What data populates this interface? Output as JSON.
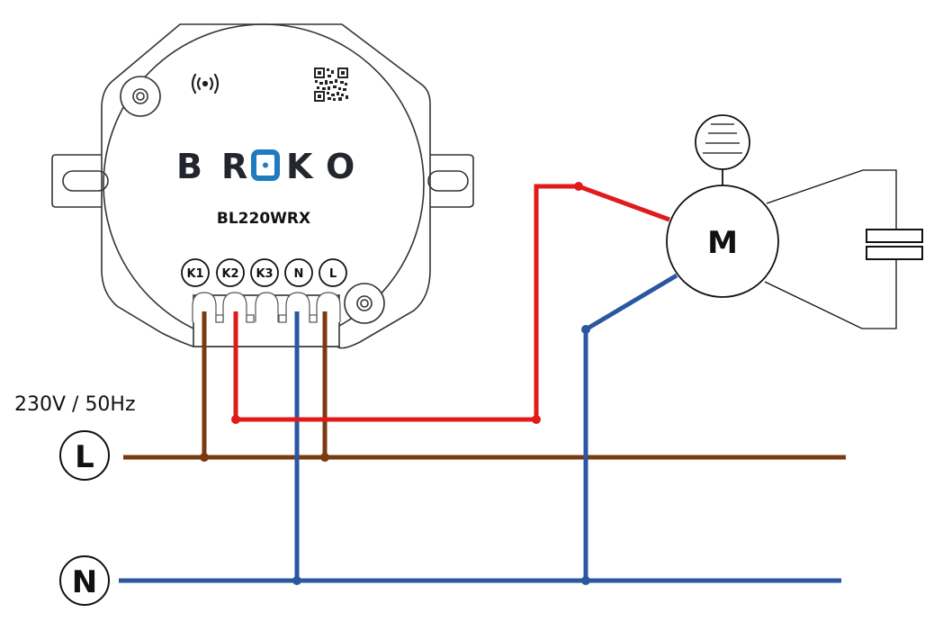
{
  "device": {
    "brand_letters": [
      "B",
      "R",
      "O",
      "K",
      "O"
    ],
    "model": "BL220WRX",
    "brand_color": "#1e7bc0",
    "wireless_icon": "wireless-signal-icon",
    "qr_icon": "qr-code-icon",
    "terminals": [
      "K1",
      "K2",
      "K3",
      "N",
      "L"
    ]
  },
  "supply": {
    "voltage_label": "230V / 50Hz",
    "line_label": "L",
    "neutral_label": "N"
  },
  "motor": {
    "label": "M",
    "capacitor_icon": "capacitor-icon",
    "thermal_icon": "fan-icon"
  },
  "wire_colors": {
    "line": "#7b3a10",
    "switched": "#e01b1b",
    "neutral": "#2a57a0"
  }
}
